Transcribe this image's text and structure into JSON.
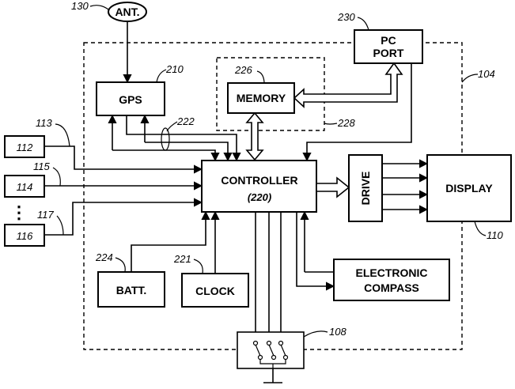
{
  "blocks": {
    "antenna": "ANT.",
    "gps": "GPS",
    "memory": "MEMORY",
    "pc_port_line1": "PC",
    "pc_port_line2": "PORT",
    "controller": "CONTROLLER",
    "controller_ref": "(220)",
    "drive": "DRIVE",
    "display": "DISPLAY",
    "batt": "BATT.",
    "clock": "CLOCK",
    "compass_line1": "ELECTRONIC",
    "compass_line2": "COMPASS",
    "input_112": "112",
    "input_114": "114",
    "input_116": "116",
    "ellipsis": "⋮"
  },
  "refs": {
    "r130": "130",
    "r230": "230",
    "r210": "210",
    "r226": "226",
    "r104": "104",
    "r222": "222",
    "r228": "228",
    "r113": "113",
    "r115": "115",
    "r117": "117",
    "r224": "224",
    "r221": "221",
    "r110": "110",
    "r108": "108"
  }
}
